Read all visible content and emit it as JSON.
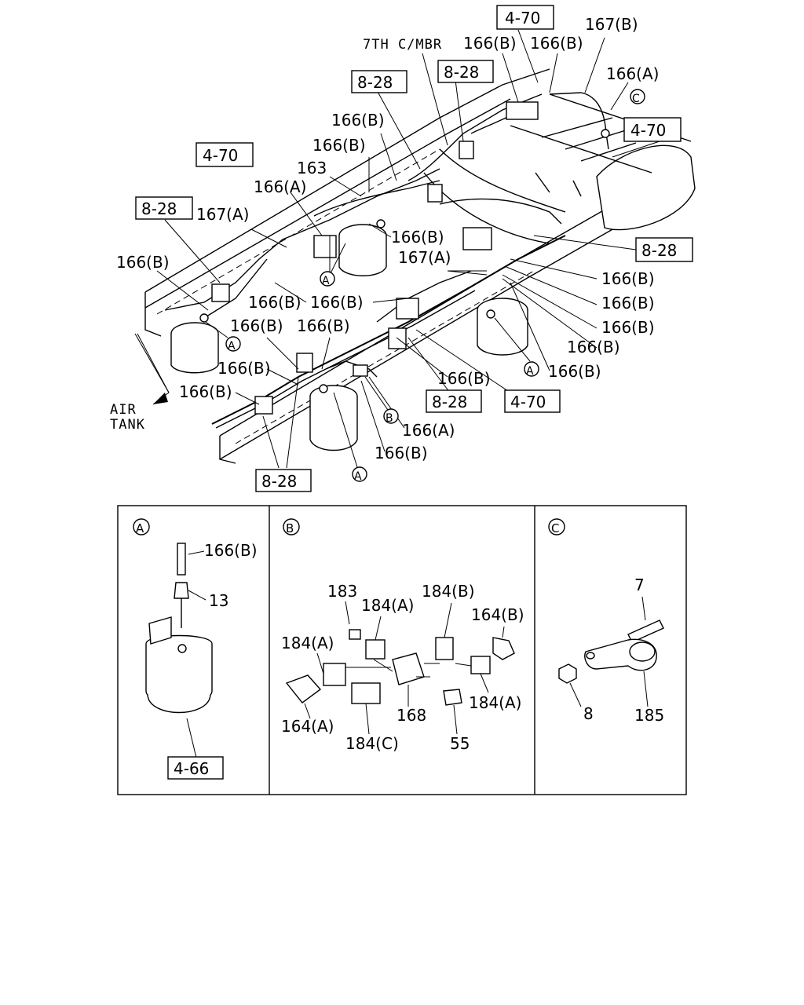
{
  "main_diagram": {
    "refs": {
      "r1": "4-70",
      "r2": "8-28",
      "r3": "8-28",
      "r4": "4-70",
      "r5": "4-70",
      "r6": "8-28",
      "r7": "8-28",
      "r8": "8-28",
      "r9": "4-70",
      "r10": "8-28"
    },
    "labels": {
      "l_7th": "7TH C/MBR",
      "l_166b_t1": "166(B)",
      "l_166b_t2": "166(B)",
      "l_167b": "167(B)",
      "l_166a_t": "166(A)",
      "l_166b_a": "166(B)",
      "l_166b_b": "166(B)",
      "l_163": "163",
      "l_166a_m": "166(A)",
      "l_167a_l": "167(A)",
      "l_166b_m": "166(B)",
      "l_167a_m": "167(A)",
      "l_166b_l": "166(B)",
      "l_166b_r1": "166(B)",
      "l_166b_r2": "166(B)",
      "l_166b_r3": "166(B)",
      "l_166b_c1": "166(B)",
      "l_166b_c2": "166(B)",
      "l_166b_r4": "166(B)",
      "l_166b_r5": "166(B)",
      "l_166b_c3": "166(B)",
      "l_166b_c4": "166(B)",
      "l_166b_c5": "166(B)",
      "l_166b_lo": "166(B)",
      "l_166b_bc": "166(B)",
      "l_166a_b": "166(A)",
      "l_166b_b2": "166(B)",
      "air_tank": "AIR",
      "air_tank2": "TANK",
      "callout_a": "A",
      "callout_b": "B",
      "callout_c": "C"
    }
  },
  "detail_a": {
    "title": "A",
    "labels": {
      "p166b": "166(B)",
      "p13": "13"
    },
    "ref": "4-66"
  },
  "detail_b": {
    "title": "B",
    "labels": {
      "p183": "183",
      "p184a_1": "184(A)",
      "p184b": "184(B)",
      "p164b": "164(B)",
      "p184a_2": "184(A)",
      "p164a": "164(A)",
      "p184c": "184(C)",
      "p168": "168",
      "p55": "55",
      "p184a_3": "184(A)"
    }
  },
  "detail_c": {
    "title": "C",
    "labels": {
      "p7": "7",
      "p8": "8",
      "p185": "185"
    }
  }
}
